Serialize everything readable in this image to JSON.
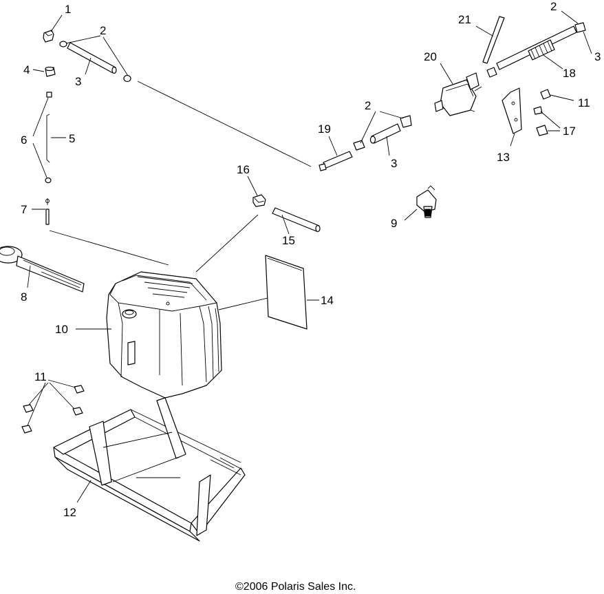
{
  "callouts": {
    "c1": "1",
    "c2a": "2",
    "c2b": "2",
    "c2c": "2",
    "c3a": "3",
    "c3b": "3",
    "c3c": "3",
    "c4": "4",
    "c5": "5",
    "c6": "6",
    "c7": "7",
    "c8": "8",
    "c9": "9",
    "c10": "10",
    "c11a": "11",
    "c11b": "11",
    "c12": "12",
    "c13": "13",
    "c14": "14",
    "c15": "15",
    "c16": "16",
    "c17": "17",
    "c18": "18",
    "c19": "19",
    "c20": "20",
    "c21": "21"
  },
  "footer": {
    "copyright": "©2006 Polaris Sales Inc."
  }
}
